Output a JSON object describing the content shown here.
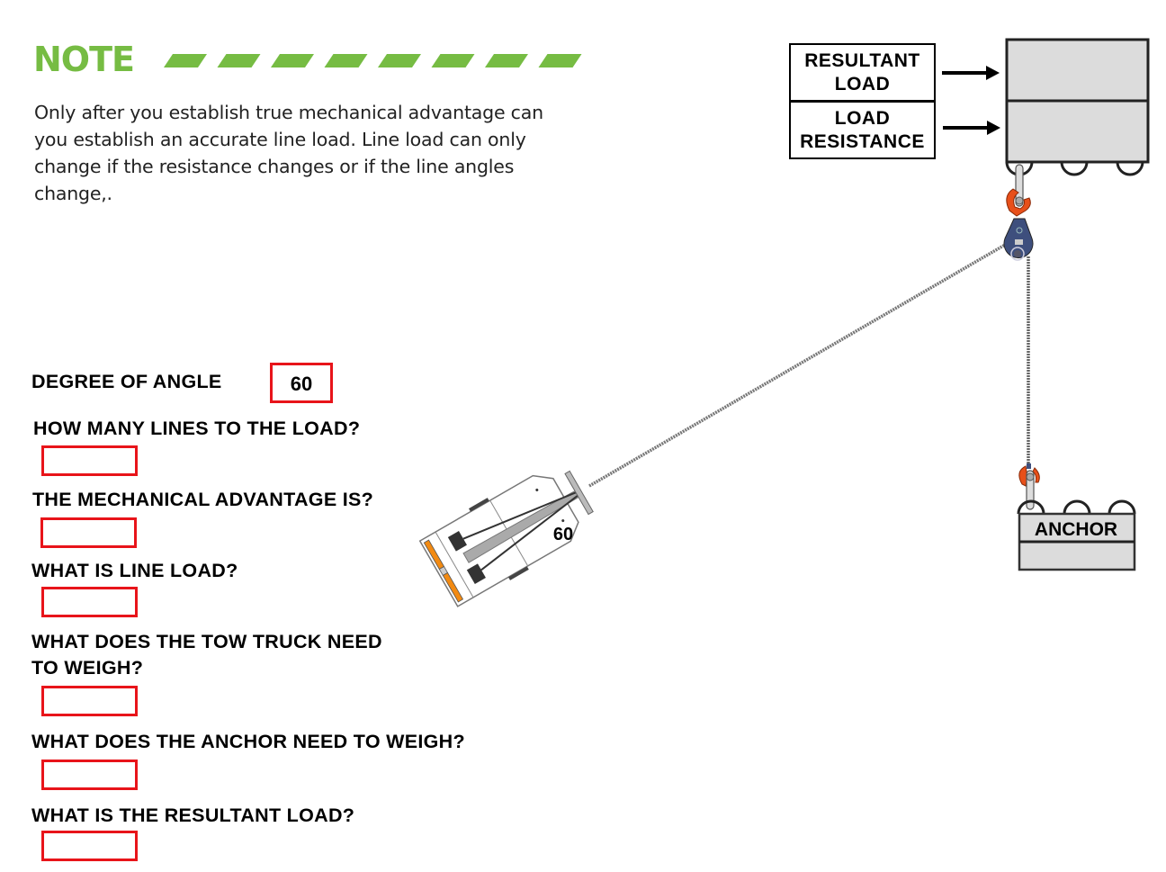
{
  "note": {
    "title": "NOTE",
    "accent_color": "#76bc43",
    "dash_count": 8,
    "body": "Only after you establish true mechanical advantage can you establish an accurate line load. Line load can only change if the resistance changes or if the line angles change,."
  },
  "angle": {
    "label": "DEGREE OF ANGLE",
    "value": "60"
  },
  "questions": [
    {
      "label": "HOW MANY LINES TO THE LOAD?",
      "answer": ""
    },
    {
      "label": "THE MECHANICAL ADVANTAGE IS?",
      "answer": ""
    },
    {
      "label": "WHAT IS LINE LOAD?",
      "answer": ""
    },
    {
      "label": "WHAT DOES THE TOW TRUCK NEED",
      "label_line2": "TO WEIGH?",
      "answer": ""
    },
    {
      "label": "WHAT DOES THE ANCHOR NEED TO WEIGH?",
      "answer": ""
    },
    {
      "label": "WHAT IS THE RESULTANT LOAD?",
      "answer": ""
    }
  ],
  "diagram": {
    "resultant_label_1": "RESULTANT",
    "resultant_label_2": "LOAD",
    "resistance_label_1": "LOAD",
    "resistance_label_2": "RESISTANCE",
    "anchor_label": "ANCHOR",
    "truck_angle_label": "60",
    "answer_box_color": "#e8141a",
    "hook_color": "#e8501a",
    "pulley_color": "#3e4f7d"
  }
}
